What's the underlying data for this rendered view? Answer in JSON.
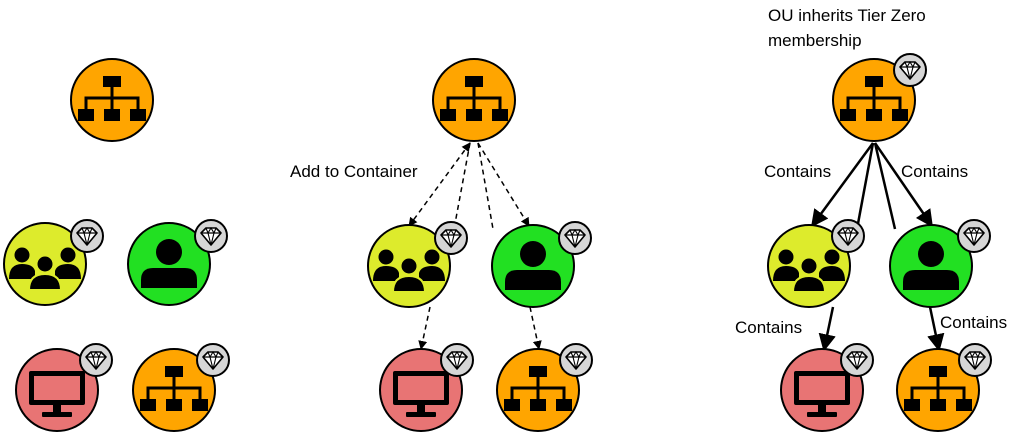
{
  "colors": {
    "ou": "#FFA500",
    "group": "#DDEB2C",
    "user": "#22E022",
    "computer": "#E87474",
    "badge": "#D6D6D6",
    "outline": "#000000"
  },
  "labels": {
    "add_to_container": "Add to Container",
    "ou_inherits_line1": "OU inherits Tier Zero",
    "ou_inherits_line2": "membership",
    "contains_left_top": "Contains",
    "contains_right_top": "Contains",
    "contains_left_bottom": "Contains",
    "contains_right_bottom": "Contains"
  },
  "panels": [
    {
      "nodes": [
        {
          "type": "ou",
          "icon": "org-chart-icon",
          "tier_zero": false
        },
        {
          "type": "group",
          "icon": "group-icon",
          "tier_zero": true
        },
        {
          "type": "user",
          "icon": "user-icon",
          "tier_zero": true
        },
        {
          "type": "computer",
          "icon": "monitor-icon",
          "tier_zero": true
        },
        {
          "type": "ou",
          "icon": "org-chart-icon",
          "tier_zero": true
        }
      ],
      "edges": []
    },
    {
      "nodes": [
        {
          "type": "ou",
          "icon": "org-chart-icon",
          "tier_zero": false
        },
        {
          "type": "group",
          "icon": "group-icon",
          "tier_zero": true
        },
        {
          "type": "user",
          "icon": "user-icon",
          "tier_zero": true
        },
        {
          "type": "computer",
          "icon": "monitor-icon",
          "tier_zero": true
        },
        {
          "type": "ou",
          "icon": "org-chart-icon",
          "tier_zero": true
        }
      ],
      "edges": [
        {
          "style": "dashed",
          "label": "Add to Container"
        }
      ]
    },
    {
      "nodes": [
        {
          "type": "ou",
          "icon": "org-chart-icon",
          "tier_zero": true
        },
        {
          "type": "group",
          "icon": "group-icon",
          "tier_zero": true
        },
        {
          "type": "user",
          "icon": "user-icon",
          "tier_zero": true
        },
        {
          "type": "computer",
          "icon": "monitor-icon",
          "tier_zero": true
        },
        {
          "type": "ou",
          "icon": "org-chart-icon",
          "tier_zero": true
        }
      ],
      "edges": [
        {
          "style": "solid",
          "label": "Contains"
        }
      ]
    }
  ]
}
